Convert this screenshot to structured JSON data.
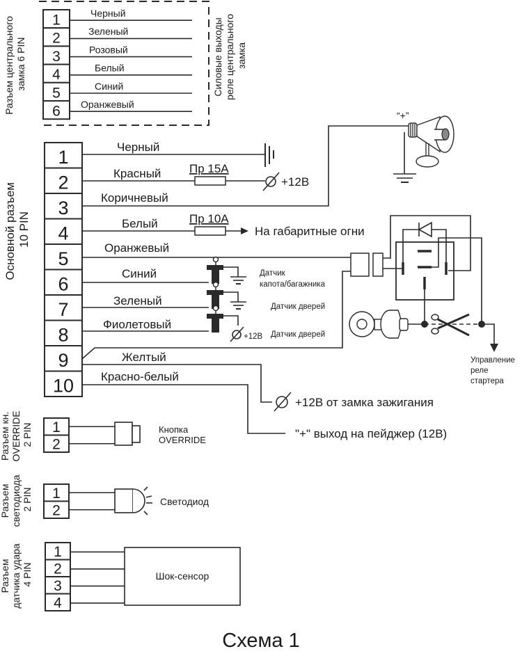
{
  "central_lock": {
    "connector_label": [
      "Разъем центрального",
      "замка 6 PIN"
    ],
    "outputs_label": [
      "Силовые выходы",
      "реле центрального",
      "замка"
    ],
    "pins": [
      {
        "num": "1",
        "wire": "Черный"
      },
      {
        "num": "2",
        "wire": "Зеленый"
      },
      {
        "num": "3",
        "wire": "Розовый"
      },
      {
        "num": "4",
        "wire": "Белый"
      },
      {
        "num": "5",
        "wire": "Синий"
      },
      {
        "num": "6",
        "wire": "Оранжевый"
      }
    ]
  },
  "main_connector": {
    "label": [
      "Основной разъем",
      "10 PIN"
    ],
    "pins": [
      {
        "num": "1",
        "wire": "Черный"
      },
      {
        "num": "2",
        "wire": "Красный"
      },
      {
        "num": "3",
        "wire": "Коричневый"
      },
      {
        "num": "4",
        "wire": "Белый"
      },
      {
        "num": "5",
        "wire": "Оранжевый"
      },
      {
        "num": "6",
        "wire": "Синий"
      },
      {
        "num": "7",
        "wire": "Зеленый"
      },
      {
        "num": "8",
        "wire": "Фиолетовый"
      },
      {
        "num": "9",
        "wire": "Желтый"
      },
      {
        "num": "10",
        "wire": "Красно-белый"
      }
    ],
    "fuse_15": "Пр 15А",
    "fuse_10": "Пр 10А",
    "plus12": "+12В",
    "parking_lights": "На габаритные огни",
    "siren_plus": "“+”",
    "hood_sensor": [
      "Датчик",
      "капота/багажника"
    ],
    "door_sensor_1": "Датчик дверей",
    "door_sensor_2": "Датчик дверей",
    "door_plus12": "+12В",
    "ignition": "+12В от замка зажигания",
    "pager_out": "\"+\" выход на пейджер (12В)",
    "starter_relay": [
      "Управление",
      "реле",
      "стартера"
    ]
  },
  "override": {
    "label": [
      "Разъем кн.",
      "OVERRIDE",
      "2 PIN"
    ],
    "pins": [
      "1",
      "2"
    ],
    "device": [
      "Кнопка",
      "OVERRIDE"
    ]
  },
  "led": {
    "label": [
      "Разъем",
      "светодиода",
      "2 PIN"
    ],
    "pins": [
      "1",
      "2"
    ],
    "device": "Светодиод"
  },
  "shock": {
    "label": [
      "Разъем",
      "датчика удара",
      "4 PIN"
    ],
    "pins": [
      "1",
      "2",
      "3",
      "4"
    ],
    "device": "Шок-сенсор"
  },
  "caption": "Схема 1"
}
